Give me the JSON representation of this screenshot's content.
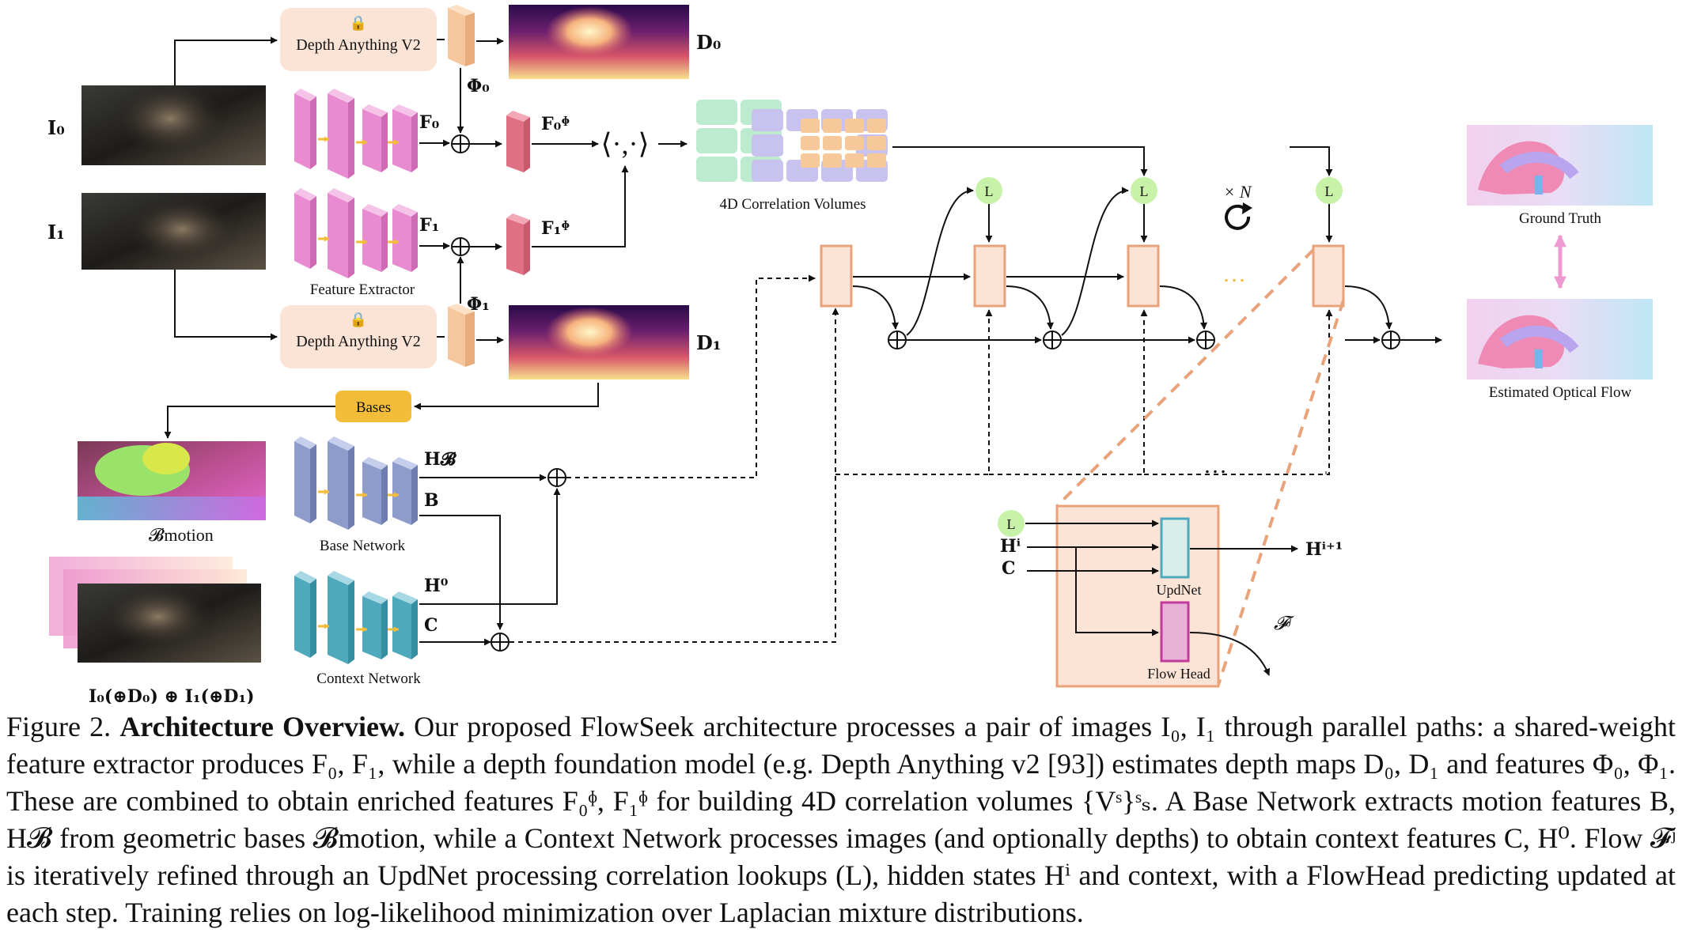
{
  "labels": {
    "depth_model_top": "Depth Anything V2",
    "depth_model_bottom": "Depth Anything V2",
    "feature_extractor": "Feature Extractor",
    "base_network": "Base Network",
    "context_network": "Context Network",
    "corr_volumes": "4D Correlation Volumes",
    "bases": "Bases",
    "updnet": "UpdNet",
    "flow_head": "Flow Head",
    "ground_truth": "Ground Truth",
    "estimated_flow": "Estimated Optical Flow",
    "lookup": "L",
    "inner_product": "⟨·,·⟩",
    "times_n": "× N",
    "ellipsis": "…"
  },
  "math": {
    "I0": "I₀",
    "I1": "I₁",
    "D0": "D₀",
    "D1": "D₁",
    "Phi0": "Φ₀",
    "Phi1": "Φ₁",
    "F0": "F₀",
    "F1": "F₁",
    "F0phi": "F₀ᶲ",
    "F1phi": "F₁ᶲ",
    "HB": "H𝓑",
    "B": "B",
    "H0": "H⁰",
    "C": "C",
    "Hi": "Hⁱ",
    "Hi1": "Hⁱ⁺¹",
    "Fj": "𝓕ʲ",
    "Bmotion": "𝓑motion",
    "input_stack": "I₀(⊕D₀) ⊕ I₁(⊕D₁)"
  },
  "caption": {
    "fig": "Figure 2.",
    "title": "Architecture Overview.",
    "text": "Our proposed FlowSeek architecture processes a pair of images I₀, I₁ through parallel paths: a shared-weight feature extractor produces F₀, F₁, while a depth foundation model (e.g. Depth Anything v2 [93]) estimates depth maps D₀, D₁ and features Φ₀, Φ₁. These are combined to obtain enriched features F₀ᶲ, F₁ᶲ for building 4D correlation volumes {Vˢ}ˢₛ. A Base Network extracts motion features B, H𝓑 from geometric bases 𝓑motion, while a Context Network processes images (and optionally depths) to obtain context features C, H⁰. Flow 𝓕ʲ is iteratively refined through an UpdNet processing correlation lookups (L), hidden states Hⁱ and context, with a FlowHead predicting updated at each step. Training relies on log-likelihood minimization over Laplacian mixture distributions."
  },
  "colors": {
    "depth_box": "#fbe3d6",
    "feature_pink": "#e98bd0",
    "base_blue": "#8e9ccc",
    "context_teal": "#4fa9bd",
    "enriched_red": "#e07084",
    "update_box": "#fbe3d6",
    "update_border": "#e8a37a",
    "lookup_green": "#c8f2a8",
    "bases_yellow": "#f3bd3a",
    "upd_teal": "#d8eeea",
    "flowhead_pink": "#e8b2d8",
    "corr_green": "#bdebd0",
    "corr_purple": "#c7c3ee",
    "corr_orange": "#f7c89a"
  }
}
